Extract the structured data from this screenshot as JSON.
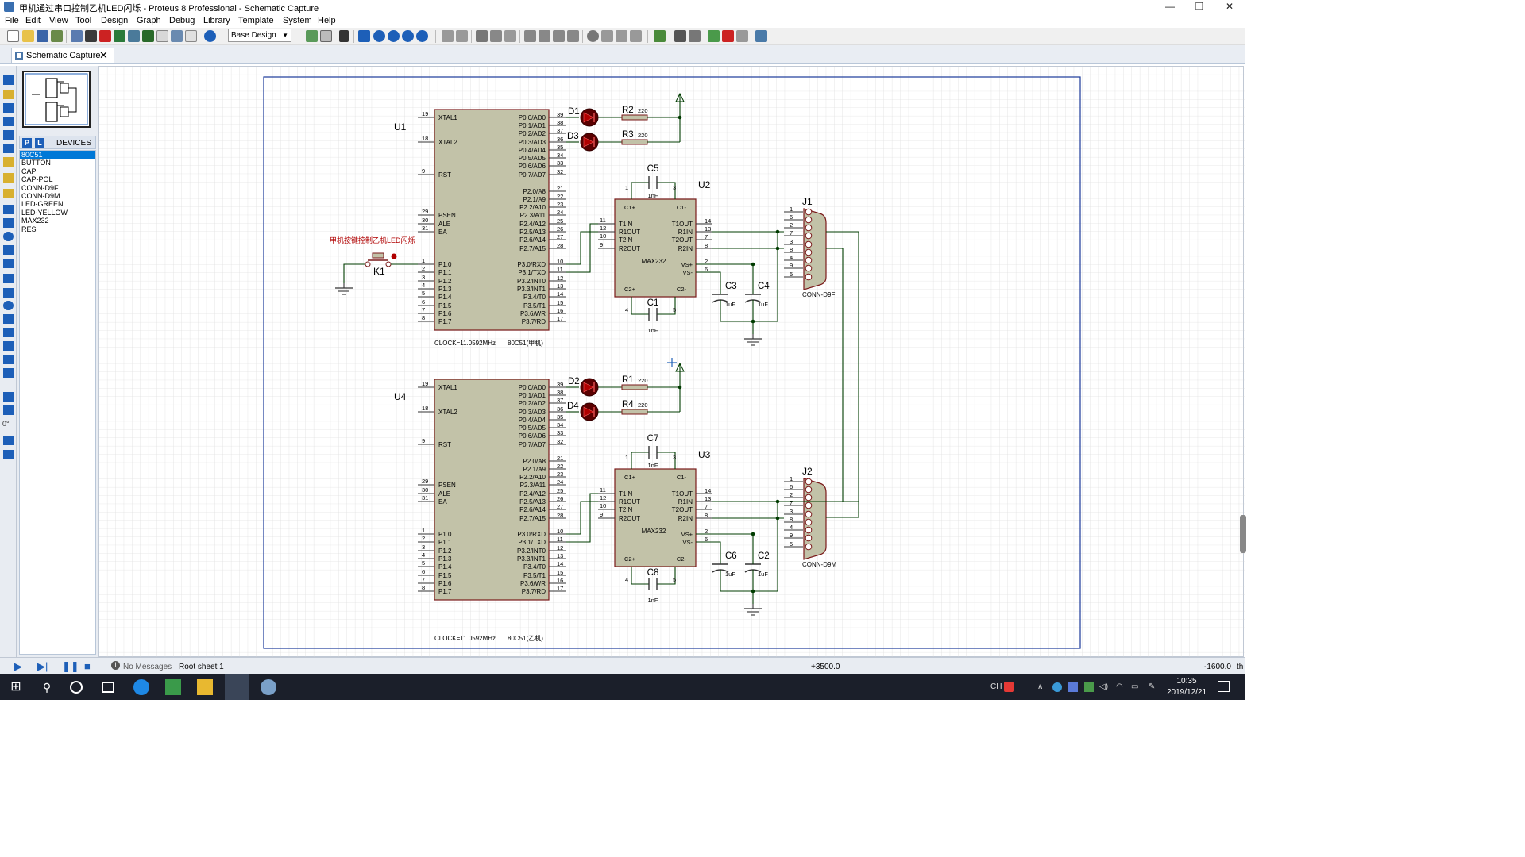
{
  "window": {
    "title": "甲机通过串口控制乙机LED闪烁 - Proteus 8 Professional - Schematic Capture"
  },
  "menu": [
    "File",
    "Edit",
    "View",
    "Tool",
    "Design",
    "Graph",
    "Debug",
    "Library",
    "Template",
    "System",
    "Help"
  ],
  "toolbar": {
    "design_select": "Base Design"
  },
  "tab": {
    "label": "Schematic Capture"
  },
  "leftbar": {
    "rotation": "0°"
  },
  "devices": {
    "header": "DEVICES",
    "p": "P",
    "l": "L",
    "items": [
      "80C51",
      "BUTTON",
      "CAP",
      "CAP-POL",
      "CONN-D9F",
      "CONN-D9M",
      "LED-GREEN",
      "LED-YELLOW",
      "MAX232",
      "RES"
    ]
  },
  "status": {
    "messages": "No Messages",
    "sheet": "Root sheet 1",
    "x": "+3500.0",
    "y": "-1600.0",
    "unit": "th"
  },
  "clock": {
    "time": "10:35",
    "date": "2019/12/21"
  },
  "tray": {
    "ime": "CH"
  },
  "schematic": {
    "button_label": "甲机按键控制乙机LED闪烁",
    "k1": "K1",
    "mcu": [
      {
        "ref": "U1",
        "clock": "CLOCK=11.0592MHz",
        "name": "80C51(甲机)",
        "clock_pos": "below"
      },
      {
        "ref": "U4",
        "clock": "CLOCK=11.0592MHz",
        "name": "80C51(乙机)",
        "clock_pos": "above"
      }
    ],
    "mcu_left_pins": [
      [
        "19",
        "XTAL1"
      ],
      [
        "18",
        "XTAL2"
      ],
      [
        "9",
        "RST"
      ],
      [
        "29",
        "PSEN"
      ],
      [
        "30",
        "ALE"
      ],
      [
        "31",
        "EA"
      ],
      [
        "1",
        "P1.0"
      ],
      [
        "2",
        "P1.1"
      ],
      [
        "3",
        "P1.2"
      ],
      [
        "4",
        "P1.3"
      ],
      [
        "5",
        "P1.4"
      ],
      [
        "6",
        "P1.5"
      ],
      [
        "7",
        "P1.6"
      ],
      [
        "8",
        "P1.7"
      ]
    ],
    "mcu_right_pins": [
      [
        "39",
        "P0.0/AD0"
      ],
      [
        "38",
        "P0.1/AD1"
      ],
      [
        "37",
        "P0.2/AD2"
      ],
      [
        "36",
        "P0.3/AD3"
      ],
      [
        "35",
        "P0.4/AD4"
      ],
      [
        "34",
        "P0.5/AD5"
      ],
      [
        "33",
        "P0.6/AD6"
      ],
      [
        "32",
        "P0.7/AD7"
      ],
      [
        "21",
        "P2.0/A8"
      ],
      [
        "22",
        "P2.1/A9"
      ],
      [
        "23",
        "P2.2/A10"
      ],
      [
        "24",
        "P2.3/A11"
      ],
      [
        "25",
        "P2.4/A12"
      ],
      [
        "26",
        "P2.5/A13"
      ],
      [
        "27",
        "P2.6/A14"
      ],
      [
        "28",
        "P2.7/A15"
      ],
      [
        "10",
        "P3.0/RXD"
      ],
      [
        "11",
        "P3.1/TXD"
      ],
      [
        "12",
        "P3.2/INT0"
      ],
      [
        "13",
        "P3.3/INT1"
      ],
      [
        "14",
        "P3.4/T0"
      ],
      [
        "15",
        "P3.5/T1"
      ],
      [
        "16",
        "P3.6/WR"
      ],
      [
        "17",
        "P3.7/RD"
      ]
    ],
    "leds": [
      [
        "D1",
        "D3"
      ],
      [
        "D2",
        "D4"
      ]
    ],
    "resistors": [
      [
        [
          "R2",
          "220"
        ],
        [
          "R3",
          "220"
        ]
      ],
      [
        [
          "R1",
          "220"
        ],
        [
          "R4",
          "220"
        ]
      ]
    ],
    "max232": [
      {
        "ref": "U2",
        "name": "MAX232",
        "ctop": "C5",
        "cbot": "C1",
        "cvs1": "C3",
        "cvs2": "C4",
        "capval": "1nF",
        "cvsval": "1uF"
      },
      {
        "ref": "U3",
        "name": "MAX232",
        "ctop": "C7",
        "cbot": "C8",
        "cvs1": "C6",
        "cvs2": "C2",
        "capval": "1nF",
        "cvsval": "1uF"
      }
    ],
    "max_left": [
      [
        "11",
        "T1IN"
      ],
      [
        "12",
        "R1OUT"
      ],
      [
        "10",
        "T2IN"
      ],
      [
        "9",
        "R2OUT"
      ]
    ],
    "max_right": [
      [
        "14",
        "T1OUT"
      ],
      [
        "13",
        "R1IN"
      ],
      [
        "7",
        "T2OUT"
      ],
      [
        "8",
        "R2IN"
      ]
    ],
    "max_other": [
      "C1+",
      "C1-",
      "C2+",
      "C2-",
      "VS+",
      "VS-",
      "1",
      "3",
      "4",
      "5",
      "2",
      "6"
    ],
    "conn": [
      {
        "ref": "J1",
        "name": "CONN-D9F"
      },
      {
        "ref": "J2",
        "name": "CONN-D9M"
      }
    ],
    "conn_pins": [
      "1",
      "6",
      "2",
      "7",
      "3",
      "8",
      "4",
      "9",
      "5"
    ]
  }
}
